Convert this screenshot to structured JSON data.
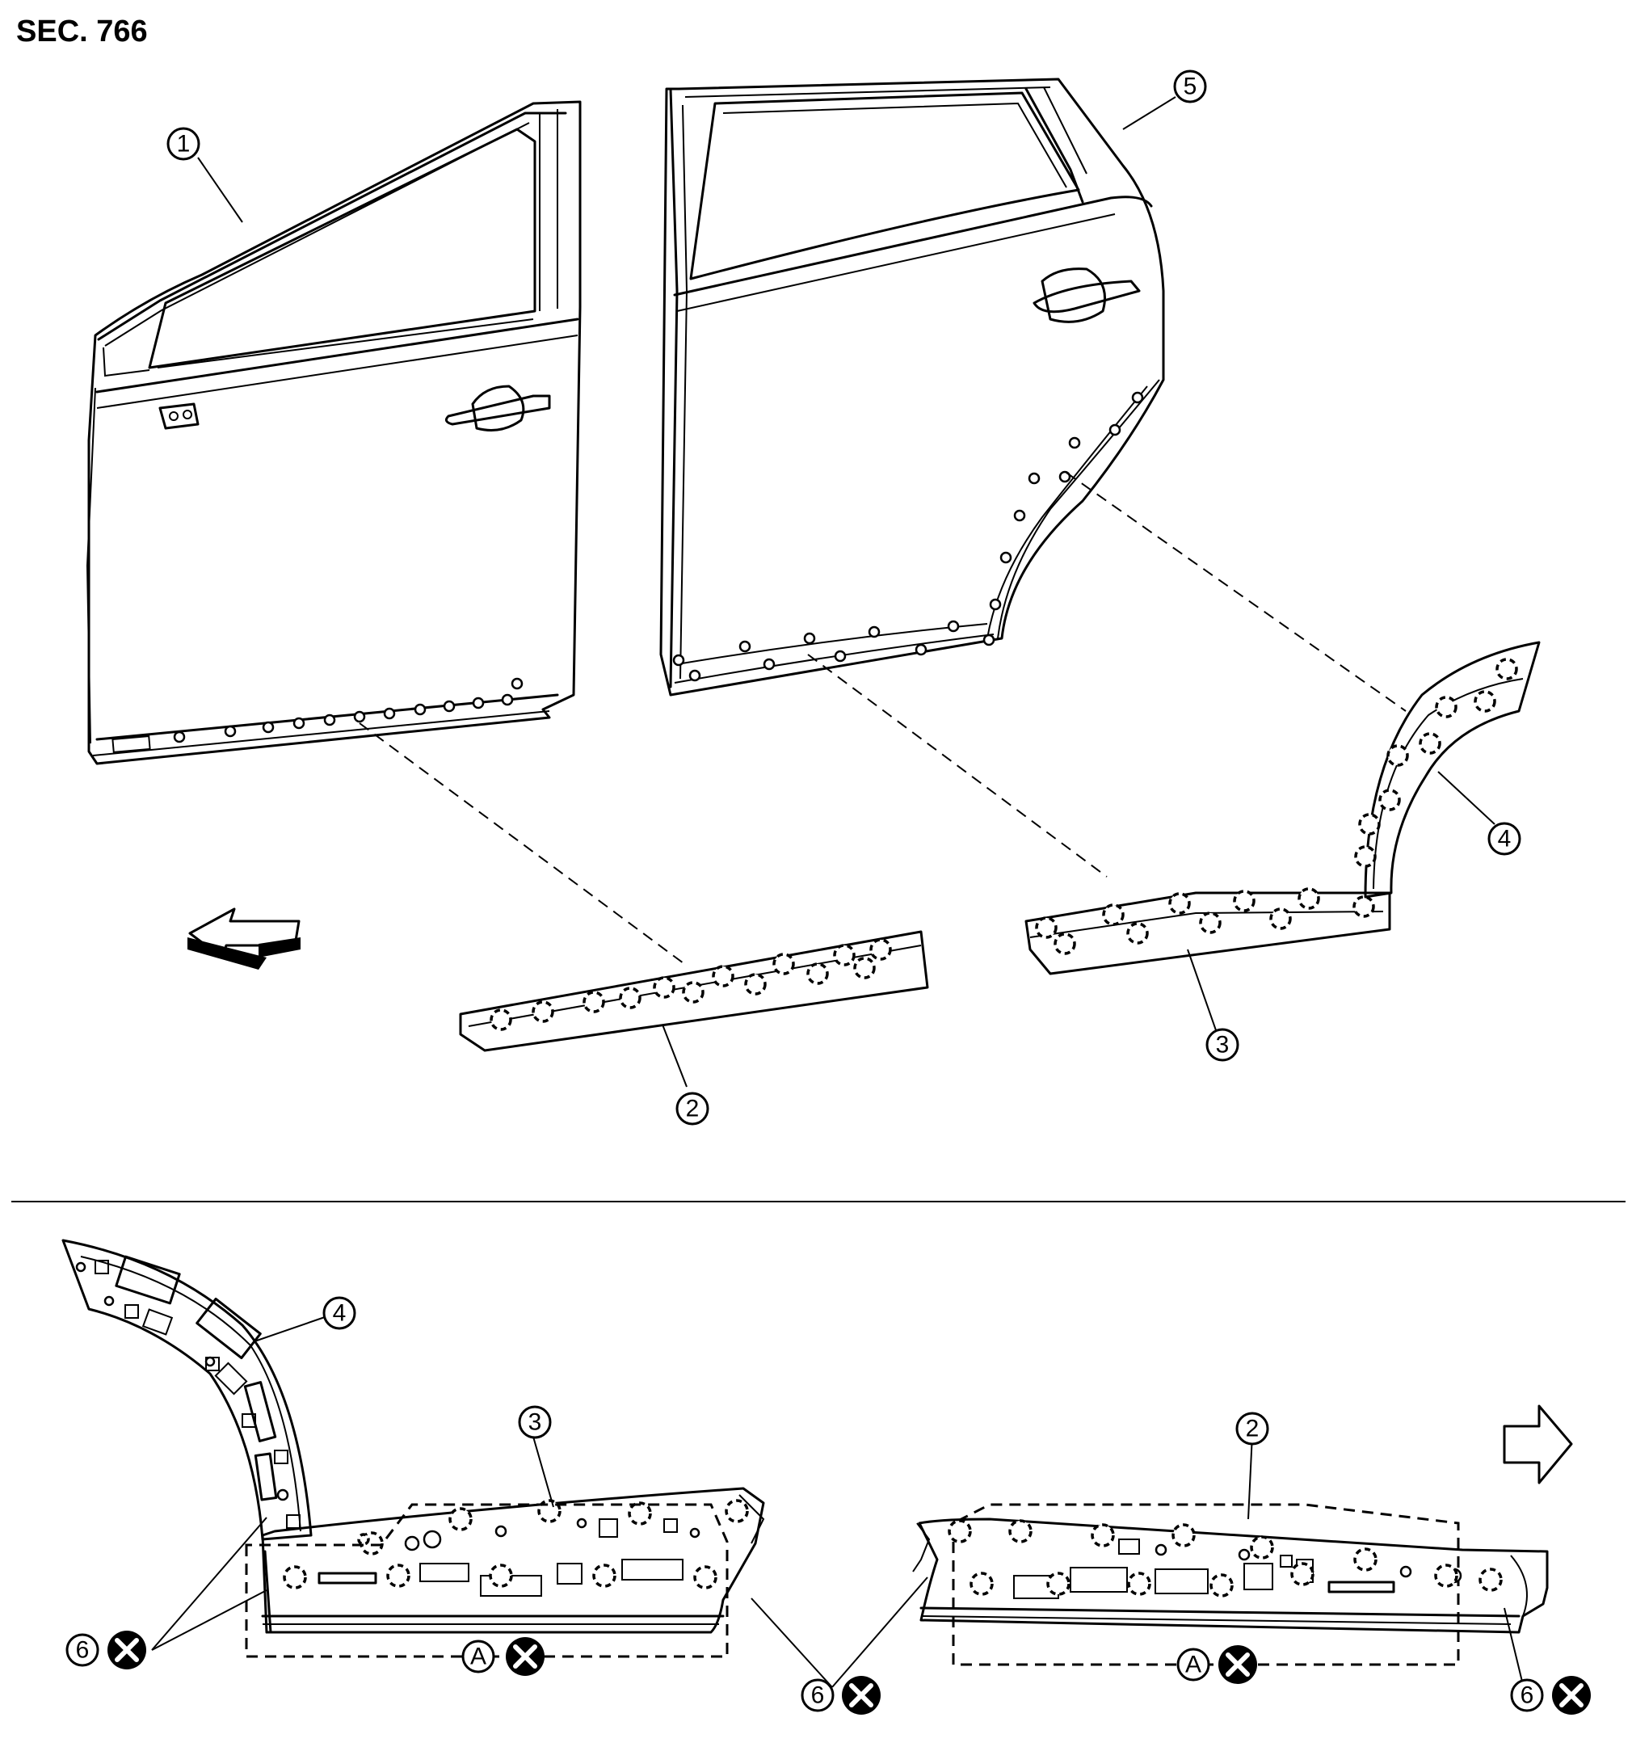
{
  "section_label": "SEC. 766",
  "callouts": {
    "front_door": "1",
    "front_molding": "2",
    "rear_molding": "3",
    "rear_arch_molding": "4",
    "rear_door": "5",
    "clip_replace": "6",
    "area_a": "A"
  },
  "icons": {
    "front_direction": "front-arrow-icon",
    "replace_mark": "x-circle-icon"
  }
}
